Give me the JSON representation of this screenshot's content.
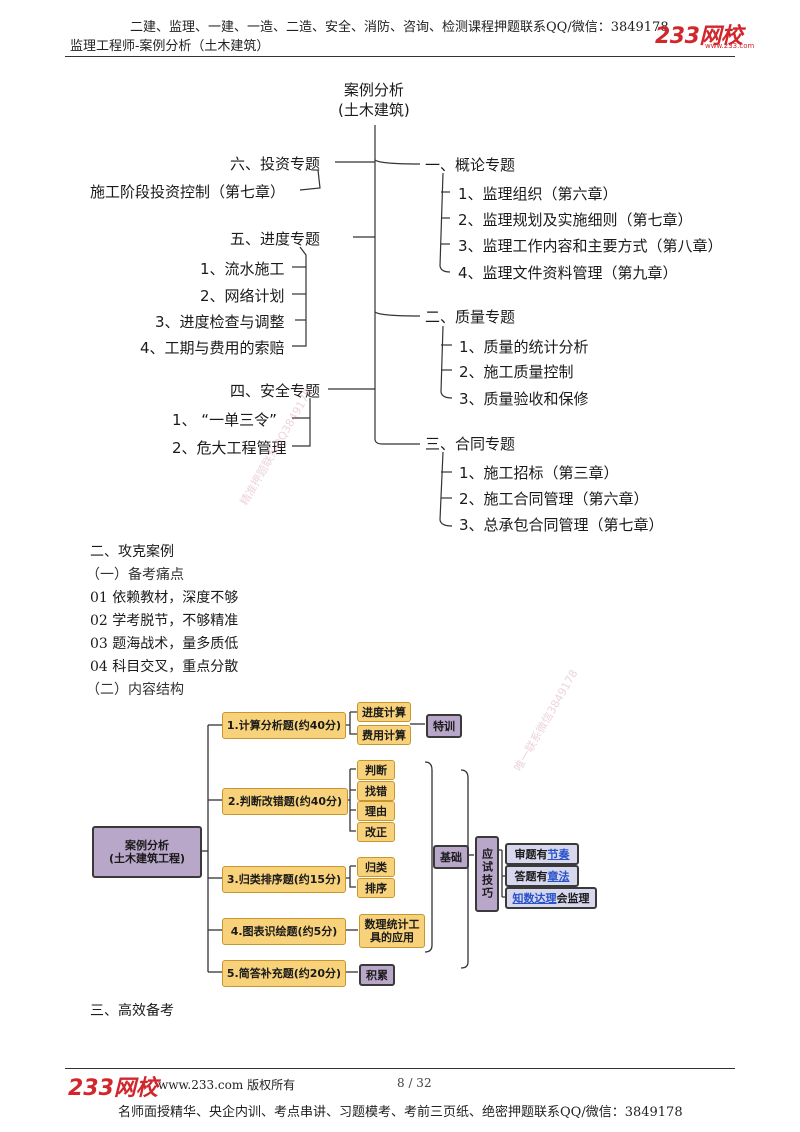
{
  "header": {
    "line1": "二建、监理、一建、一造、二造、安全、消防、咨询、检测课程押题联系QQ/微信：3849178",
    "line2": "监理工程师-案例分析（土木建筑）",
    "logo": "233网校",
    "logo_sub": "www.233.com"
  },
  "mindmap": {
    "root_line1": "案例分析",
    "root_line2": "(土木建筑)",
    "left": [
      {
        "title": "六、投资专题",
        "items": [
          "施工阶段投资控制（第七章）"
        ]
      },
      {
        "title": "五、进度专题",
        "items": [
          "1、流水施工",
          "2、网络计划",
          "3、进度检查与调整",
          "4、工期与费用的索赔"
        ]
      },
      {
        "title": "四、安全专题",
        "items": [
          "1、 “一单三令”",
          "2、危大工程管理"
        ]
      }
    ],
    "right": [
      {
        "title": "一、概论专题",
        "items": [
          "1、监理组织（第六章）",
          "2、监理规划及实施细则（第七章）",
          "3、监理工作内容和主要方式（第八章）",
          "4、监理文件资料管理（第九章）"
        ]
      },
      {
        "title": "二、质量专题",
        "items": [
          "1、质量的统计分析",
          "2、施工质量控制",
          "3、质量验收和保修"
        ]
      },
      {
        "title": "三、合同专题",
        "items": [
          "1、施工招标（第三章）",
          "2、施工合同管理（第六章）",
          "3、总承包合同管理（第七章）"
        ]
      }
    ]
  },
  "section2": {
    "heading": "二、攻克案例",
    "sub1": "（一）备考痛点",
    "points": [
      "01 依赖教材，深度不够",
      "02 学考脱节，不够精准",
      "03 题海战术，量多质低",
      "04 科目交叉，重点分散"
    ],
    "sub2": "（二）内容结构"
  },
  "diagram": {
    "root_line1": "案例分析",
    "root_line2": "(土木建筑工程)",
    "branches": [
      {
        "label": "1.计算分析题(约40分)",
        "subs": [
          "进度计算",
          "费用计算"
        ]
      },
      {
        "label": "2.判断改错题(约40分)",
        "subs": [
          "判断",
          "找错",
          "理由",
          "改正"
        ]
      },
      {
        "label": "3.归类排序题(约15分)",
        "subs": [
          "归类",
          "排序"
        ]
      },
      {
        "label": "4.图表识绘题(约5分)",
        "subs": [
          "数理统计工具的应用"
        ]
      },
      {
        "label": "5.简答补充题(约20分)",
        "subs": [
          "积累"
        ]
      }
    ],
    "special": "特训",
    "basis": "基础",
    "skills_title": "应试技巧",
    "skills": [
      {
        "plain": "审题有",
        "blue": "节奏",
        "tail": ""
      },
      {
        "plain": "答题有",
        "blue": "章法",
        "tail": ""
      },
      {
        "plain": "",
        "blue": "知数达理",
        "tail": "会监理"
      }
    ]
  },
  "section3": {
    "heading": "三、高效备考"
  },
  "watermarks": [
    "精准押题联系QQ3849178",
    "唯一联系微信3849178"
  ],
  "footer": {
    "logo": "233网校",
    "site": "www.233.com 版权所有",
    "page": "8 / 32",
    "bottom": "名师面授精华、央企内训、考点串讲、习题模考、考前三页纸、绝密押题联系QQ/微信：3849178"
  },
  "colors": {
    "logo_red": "#d1262b",
    "yellow_box": "#f7d27a",
    "purple_box": "#b9a7c9",
    "lavender_box": "#d7d7ee",
    "link_blue": "#2952c8"
  }
}
